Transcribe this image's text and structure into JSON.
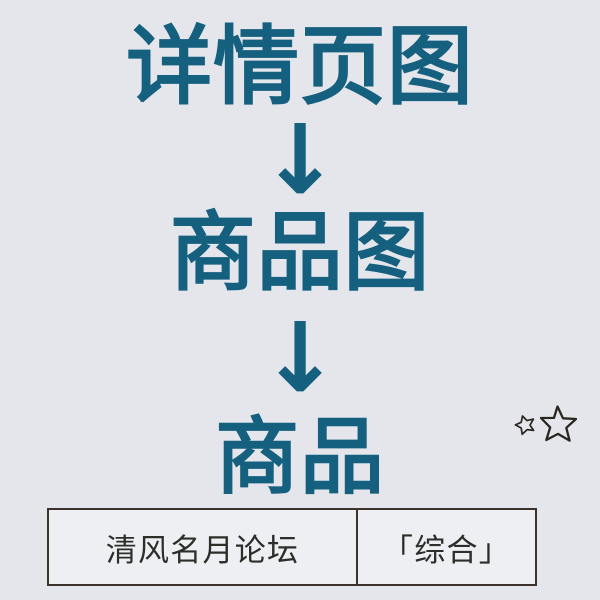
{
  "poster": {
    "background_color": "#E4E6EC",
    "accent_color": "#15607F",
    "border_color": "#3B332B",
    "credit_text_color": "#2C2E2A"
  },
  "flow": {
    "step_1": "详情页图",
    "arrow_1": "↓",
    "step_2": "商品图",
    "arrow_2": "↓",
    "step_3": "商品"
  },
  "decoration": {
    "stars_icon": "two-stars-outline"
  },
  "credit": {
    "forum_name": "清风名月论坛",
    "category": "「综合」"
  }
}
